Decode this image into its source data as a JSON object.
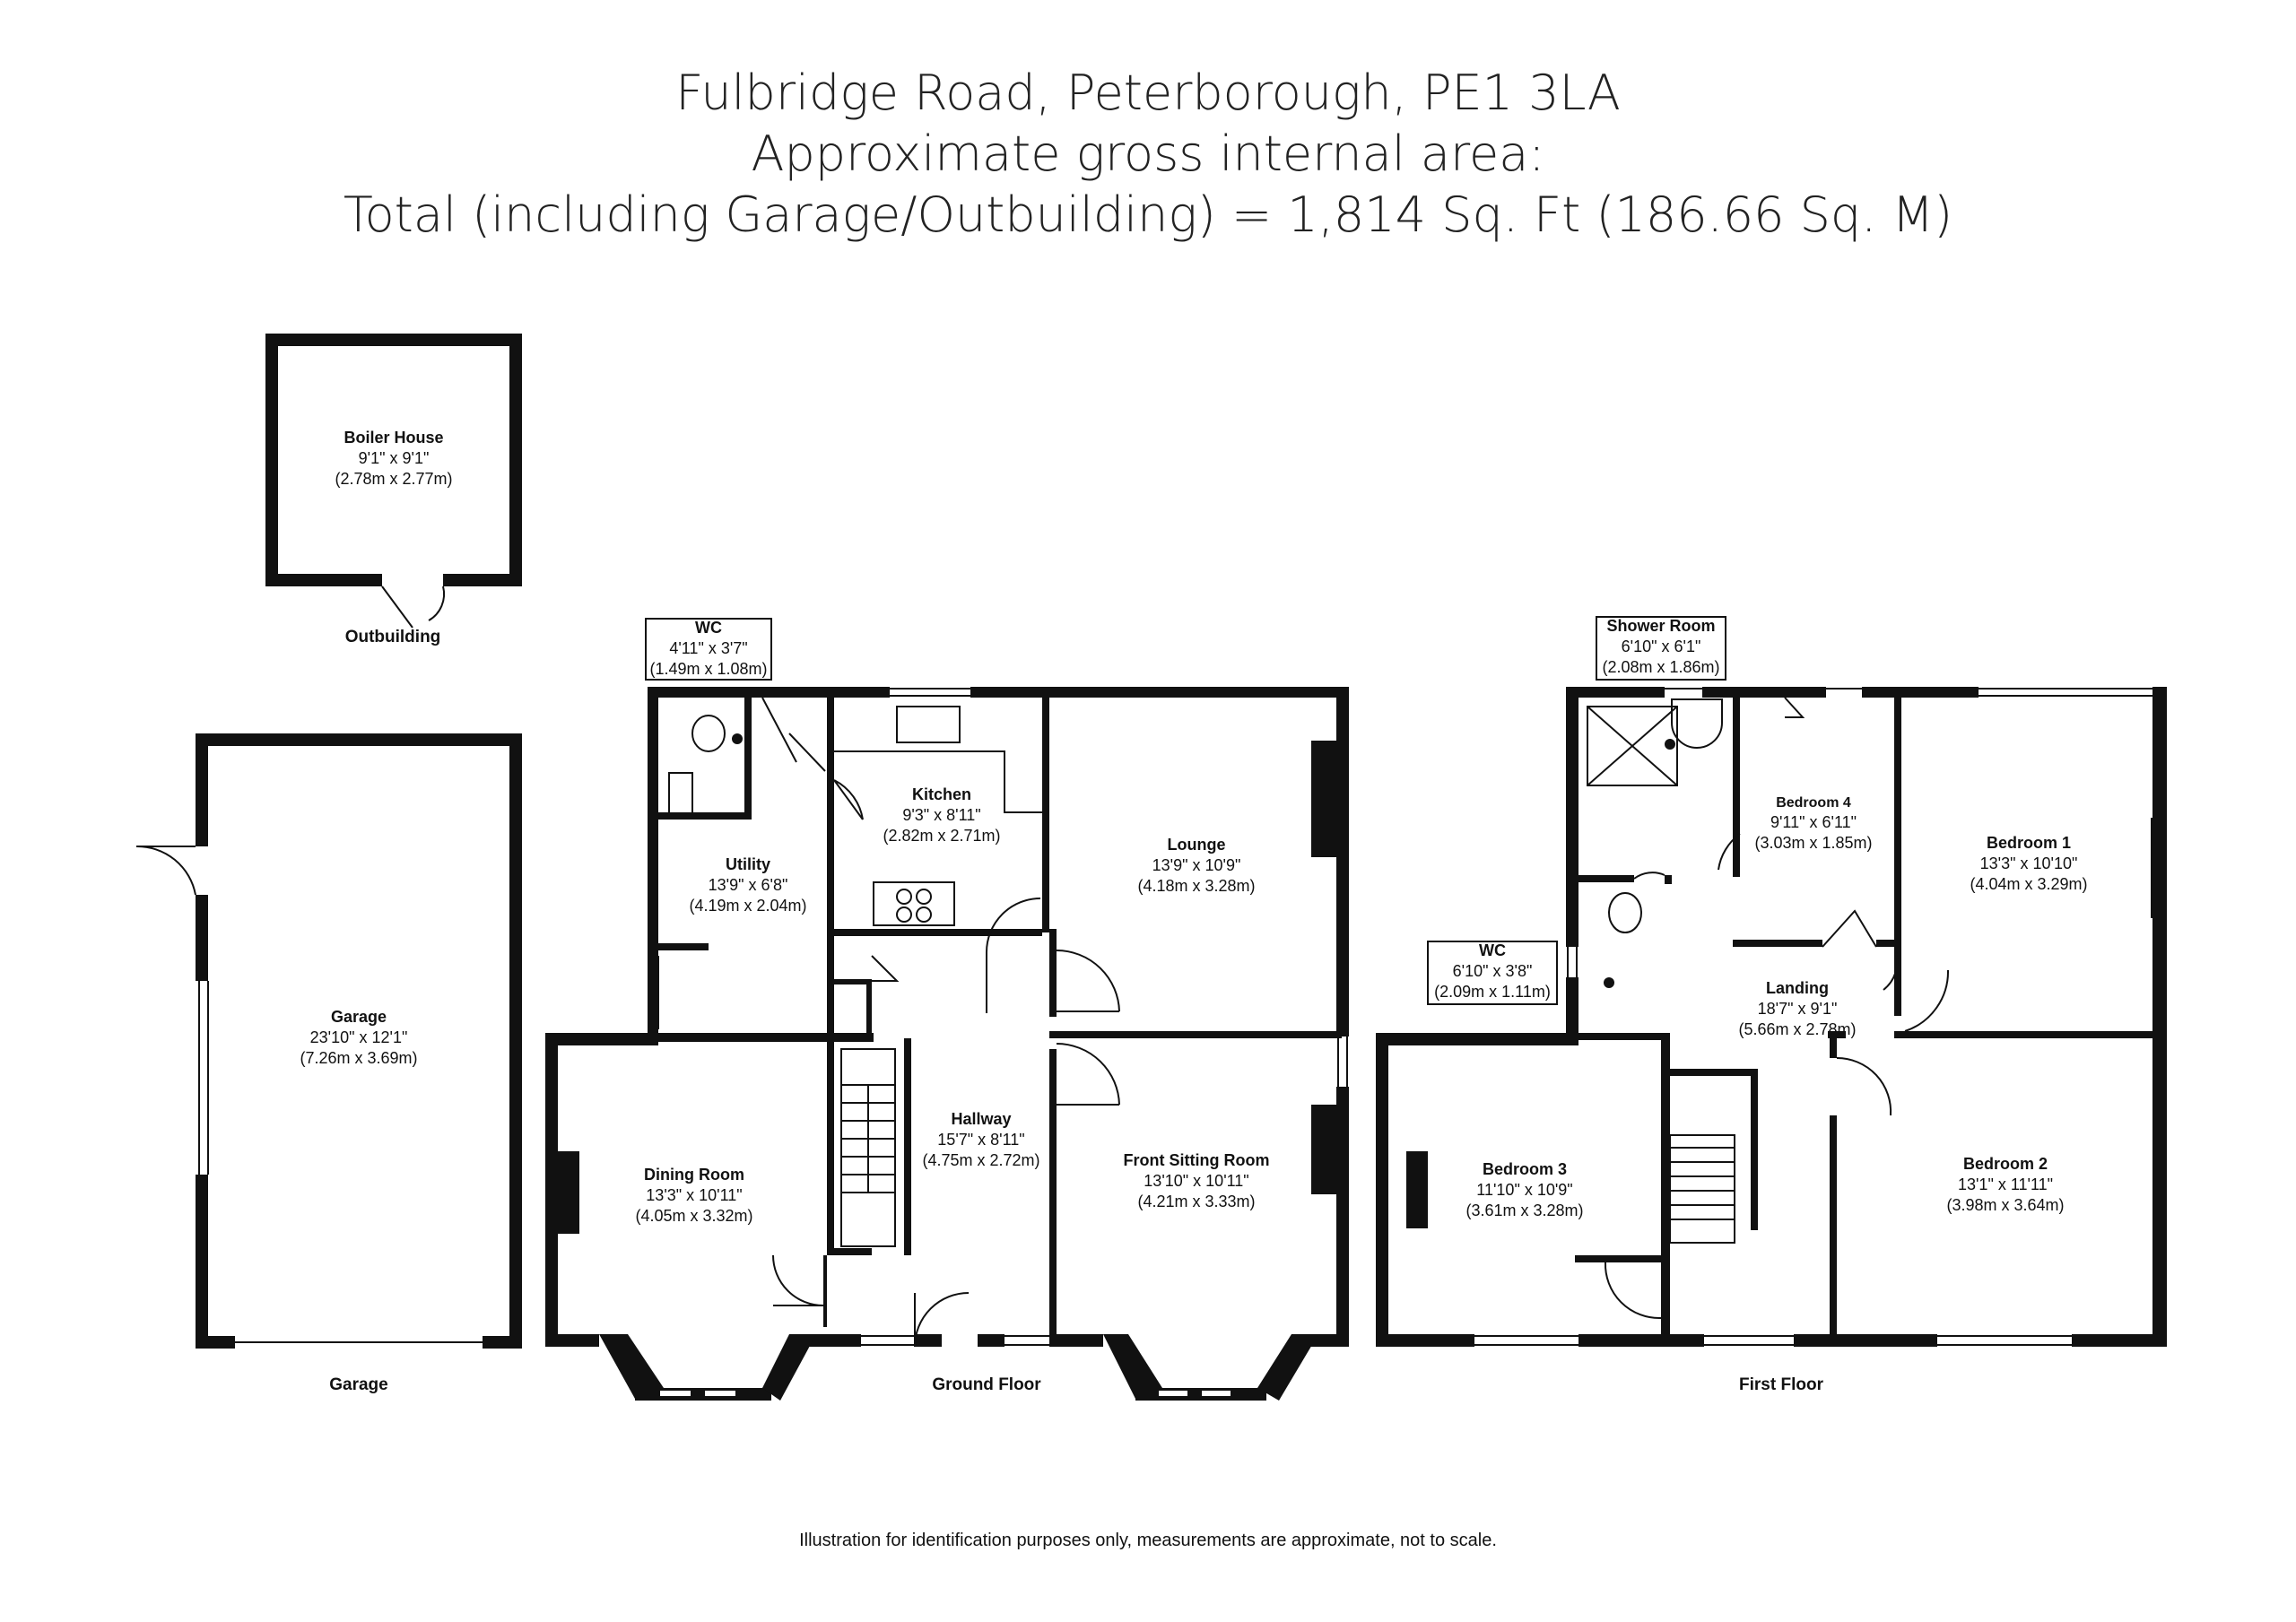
{
  "header": {
    "line1": "Fulbridge Road, Peterborough, PE1 3LA",
    "line2": "Approximate gross internal area:",
    "line3": "Total (including Garage/Outbuilding) = 1,814 Sq. Ft (186.66 Sq. M)"
  },
  "rooms": {
    "boiler_house": {
      "name": "Boiler House",
      "imp": "9'1\" x 9'1\"",
      "met": "(2.78m x 2.77m)"
    },
    "garage": {
      "name": "Garage",
      "imp": "23'10\" x 12'1\"",
      "met": "(7.26m x 3.69m)"
    },
    "wc_ground": {
      "name": "WC",
      "imp": "4'11\" x 3'7\"",
      "met": "(1.49m x 1.08m)"
    },
    "kitchen": {
      "name": "Kitchen",
      "imp": "9'3\" x 8'11\"",
      "met": "(2.82m x 2.71m)"
    },
    "lounge": {
      "name": "Lounge",
      "imp": "13'9\" x 10'9\"",
      "met": "(4.18m x 3.28m)"
    },
    "utility": {
      "name": "Utility",
      "imp": "13'9\" x 6'8\"",
      "met": "(4.19m x 2.04m)"
    },
    "hallway": {
      "name": "Hallway",
      "imp": "15'7\" x 8'11\"",
      "met": "(4.75m x 2.72m)"
    },
    "dining_room": {
      "name": "Dining Room",
      "imp": "13'3\" x 10'11\"",
      "met": "(4.05m x 3.32m)"
    },
    "front_sitting_room": {
      "name": "Front Sitting Room",
      "imp": "13'10\" x 10'11\"",
      "met": "(4.21m x 3.33m)"
    },
    "shower_room": {
      "name": "Shower Room",
      "imp": "6'10\" x 6'1\"",
      "met": "(2.08m x 1.86m)"
    },
    "bedroom_4": {
      "name": "Bedroom 4",
      "imp": "9'11\" x 6'11\"",
      "met": "(3.03m x 1.85m)"
    },
    "bedroom_1": {
      "name": "Bedroom 1",
      "imp": "13'3\" x 10'10\"",
      "met": "(4.04m x 3.29m)"
    },
    "wc_first": {
      "name": "WC",
      "imp": "6'10\" x 3'8\"",
      "met": "(2.09m x 1.11m)"
    },
    "landing": {
      "name": "Landing",
      "imp": "18'7\" x 9'1\"",
      "met": "(5.66m x 2.78m)"
    },
    "bedroom_3": {
      "name": "Bedroom 3",
      "imp": "11'10\" x 10'9\"",
      "met": "(3.61m x 3.28m)"
    },
    "bedroom_2": {
      "name": "Bedroom 2",
      "imp": "13'1\" x 11'11\"",
      "met": "(3.98m x 3.64m)"
    }
  },
  "captions": {
    "outbuilding": "Outbuilding",
    "garage": "Garage",
    "ground_floor": "Ground Floor",
    "first_floor": "First Floor"
  },
  "footer": {
    "disclaimer": "Illustration for identification purposes only, measurements are approximate, not to scale."
  }
}
